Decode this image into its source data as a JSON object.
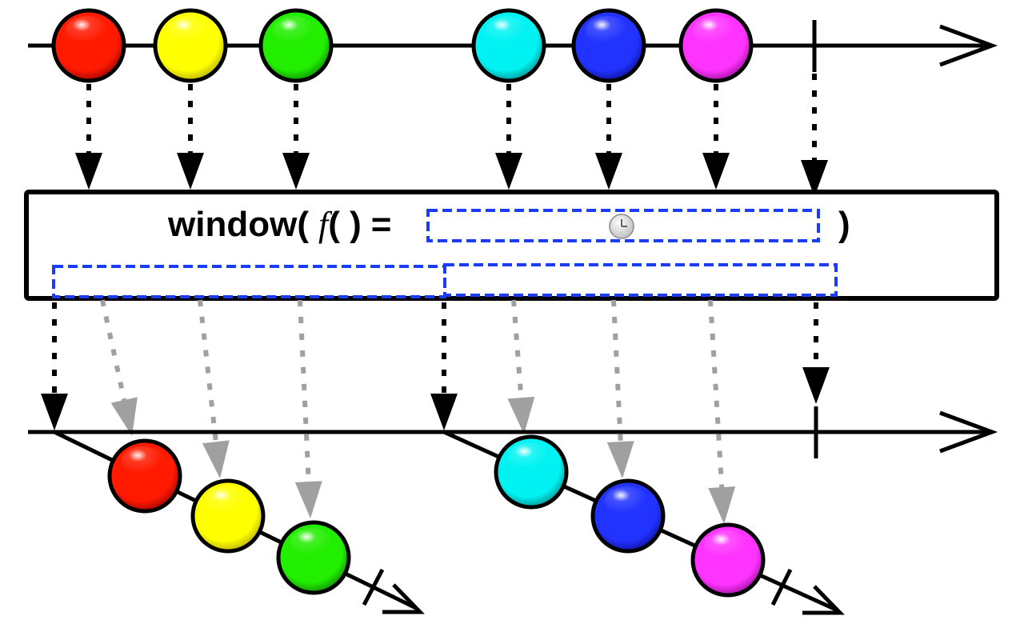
{
  "operator": {
    "name": "window",
    "open": "(",
    "fn": "f",
    "fn_parens": "( )",
    "equals": "=",
    "close": ")",
    "clock_icon": "clock-icon"
  },
  "source_timeline": {
    "marbles": [
      {
        "color": "#ff1a00",
        "dark": "#8a0000"
      },
      {
        "color": "#ffff00",
        "dark": "#a8a000"
      },
      {
        "color": "#22ee00",
        "dark": "#0b7a00"
      },
      {
        "color": "#00f2f2",
        "dark": "#008080"
      },
      {
        "color": "#2233ff",
        "dark": "#0a0a8a"
      },
      {
        "color": "#ff33ff",
        "dark": "#8a0a8a"
      }
    ],
    "completion_marker": "completion-tick"
  },
  "windows": [
    {
      "marbles": [
        {
          "color": "#ff1a00",
          "dark": "#8a0000"
        },
        {
          "color": "#ffff00",
          "dark": "#a8a000"
        },
        {
          "color": "#22ee00",
          "dark": "#0b7a00"
        }
      ]
    },
    {
      "marbles": [
        {
          "color": "#00f2f2",
          "dark": "#008080"
        },
        {
          "color": "#2233ff",
          "dark": "#0a0a8a"
        },
        {
          "color": "#ff33ff",
          "dark": "#8a0a8a"
        }
      ]
    }
  ],
  "colors": {
    "line": "#000000",
    "window_dash": "#1a3cff",
    "grey_arrow": "#a0a0a0"
  }
}
